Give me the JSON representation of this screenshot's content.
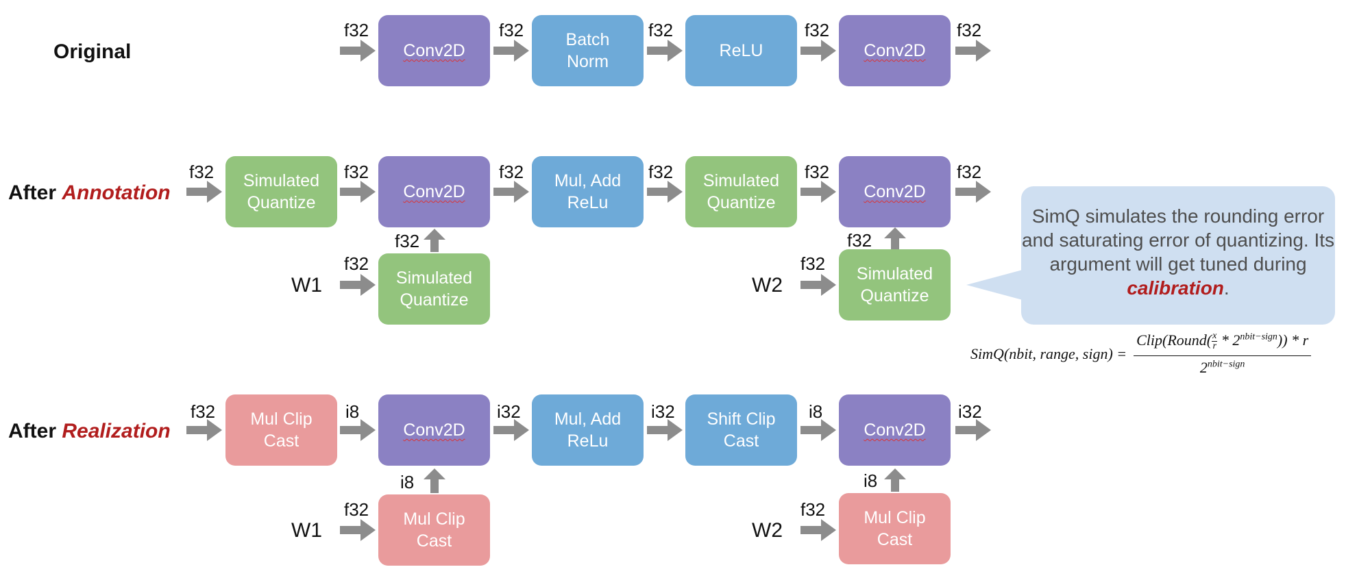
{
  "rows": {
    "original": {
      "label": "Original",
      "nodes": [
        "Conv2D",
        "Batch\nNorm",
        "ReLU",
        "Conv2D"
      ],
      "types": [
        "f32",
        "f32",
        "f32",
        "f32",
        "f32"
      ]
    },
    "annotation": {
      "label_prefix": "After ",
      "label_em": "Annotation",
      "nodes": [
        "Simulated\nQuantize",
        "Conv2D",
        "Mul, Add\nReLu",
        "Simulated\nQuantize",
        "Conv2D"
      ],
      "types": [
        "f32",
        "f32",
        "f32",
        "f32",
        "f32",
        "f32"
      ],
      "w1": {
        "label": "W1",
        "node": "Simulated\nQuantize",
        "in_type": "f32",
        "up_type": "f32"
      },
      "w2": {
        "label": "W2",
        "node": "Simulated\nQuantize",
        "in_type": "f32",
        "up_type": "f32"
      }
    },
    "realization": {
      "label_prefix": "After ",
      "label_em": "Realization",
      "nodes": [
        "Mul Clip\nCast",
        "Conv2D",
        "Mul, Add\nReLu",
        "Shift Clip\nCast",
        "Conv2D"
      ],
      "types": [
        "f32",
        "i8",
        "i32",
        "i32",
        "i8",
        "i32"
      ],
      "w1": {
        "label": "W1",
        "node": "Mul Clip\nCast",
        "in_type": "f32",
        "up_type": "i8"
      },
      "w2": {
        "label": "W2",
        "node": "Mul Clip\nCast",
        "in_type": "f32",
        "up_type": "i8"
      }
    }
  },
  "callout": {
    "text": "SimQ simulates the rounding error and saturating error of quantizing. Its argument will get tuned during ",
    "em": "calibration",
    "end": "."
  },
  "formula": {
    "lhs": "SimQ(nbit, range, sign) =",
    "num_a": "Clip(Round(",
    "frac_top": "x",
    "frac_bot": "r",
    "num_b": " * 2",
    "exp": "nbit−sign",
    "num_c": ")) * r",
    "den_base": "2",
    "den_exp": "nbit−sign"
  },
  "colors": {
    "conv": "#8b81c3",
    "norm": "#6eaad8",
    "quant": "#93c47d",
    "cast": "#e99b9c",
    "arrow": "#8c8c8c",
    "accent": "#b11d1d",
    "callout": "#cfdff1"
  }
}
